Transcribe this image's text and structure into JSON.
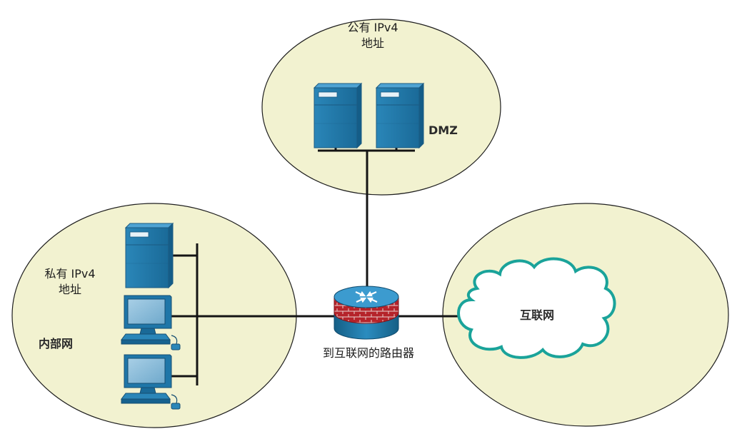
{
  "diagram": {
    "dmz_zone": {
      "address_line1": "公有 IPv4",
      "address_line2": "地址",
      "name": "DMZ"
    },
    "internal_zone": {
      "address_line1": "私有 IPv4",
      "address_line2": "地址",
      "name": "内部网"
    },
    "internet_zone": {
      "cloud_label": "互联网"
    },
    "router": {
      "label": "到互联网的路由器"
    },
    "colors": {
      "zone_fill": "#f2f2d0",
      "device_blue": "#1f76a8",
      "router_brick": "#b5232a",
      "cloud_outline": "#1aa39a"
    },
    "icons": [
      "server-icon",
      "workstation-icon",
      "router-firewall-icon",
      "cloud-icon"
    ]
  }
}
